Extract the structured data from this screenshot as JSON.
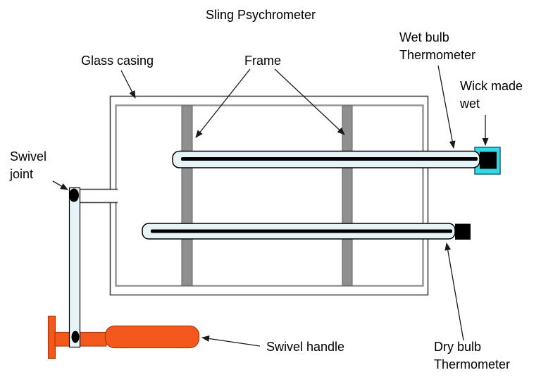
{
  "title": "Sling Psychrometer",
  "labels": {
    "glass_casing": "Glass casing",
    "frame": "Frame",
    "wet_bulb_thermometer": "Wet bulb\nThermometer",
    "wick_made_wet": "Wick made\nwet",
    "swivel_joint": "Swivel\njoint",
    "swivel_handle": "Swivel handle",
    "dry_bulb_thermometer": "Dry bulb\nThermometer"
  },
  "colors": {
    "background": "#ffffff",
    "casing_outer_border": "#404040",
    "casing_inner_border": "#919191",
    "frame_gray": "#8f8f8f",
    "frame_gray_border": "#5f5f5f",
    "tube_fill": "#e6f4f8",
    "tube_border": "#000000",
    "mercury_black": "#000000",
    "wick_cyan": "#35d6e6",
    "wick_cyan_border": "#0b6b78",
    "bulb_black": "#000000",
    "handle_orange": "#f4581c",
    "handle_orange_border": "#a93a0f",
    "leader_line": "#1a1a1a"
  }
}
